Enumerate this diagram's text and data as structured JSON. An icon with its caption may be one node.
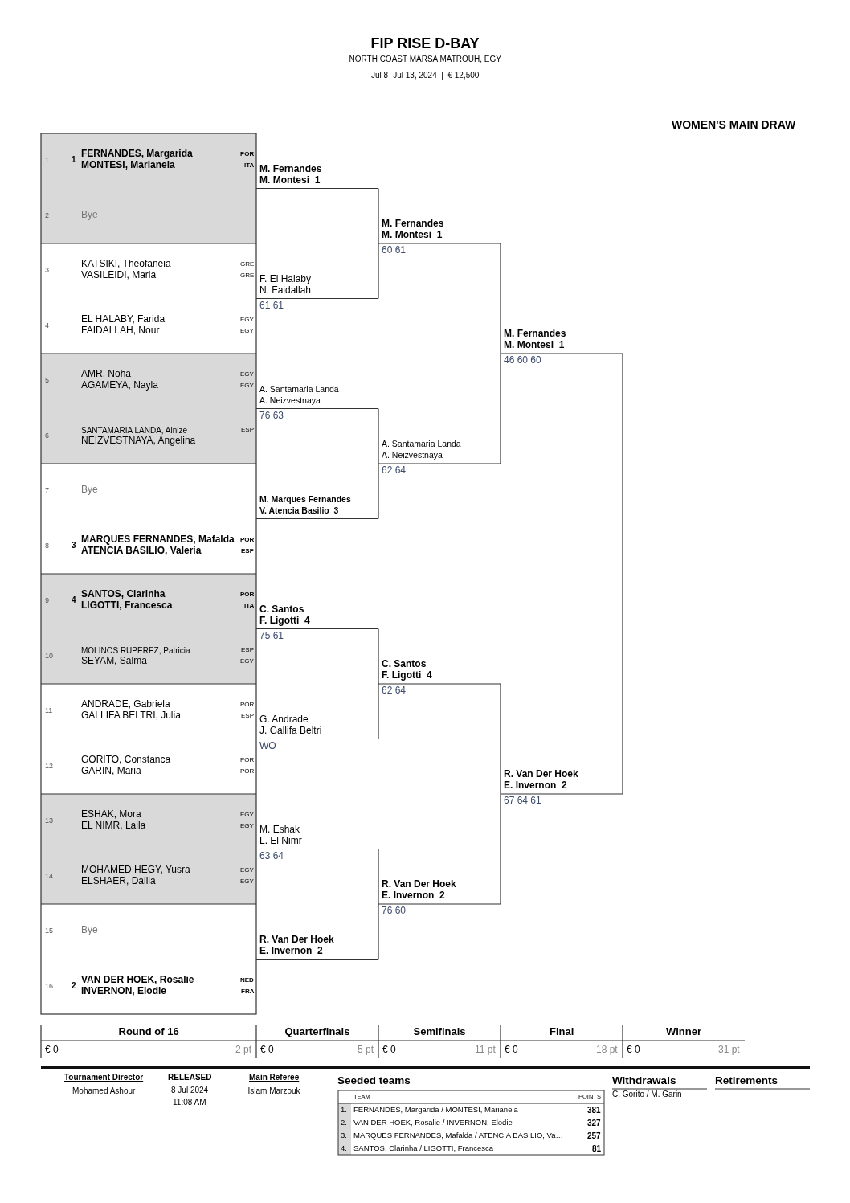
{
  "diagram": {
    "title": "FIP RISE D-BAY",
    "labels": [
      "NORTH COAST MARSA MATROUH, EGY",
      "Jul 8- Jul 13, 2024  |  € 12,500",
      "WOMEN'S MAIN DRAW",
      "1",
      "1",
      "FERNANDES, Margarida",
      "POR",
      "MONTESI, Marianela",
      "ITA",
      "2",
      "Bye",
      "3",
      "KATSIKI, Theofaneia",
      "GRE",
      "VASILEIDI, Maria",
      "GRE",
      "4",
      "EL HALABY, Farida",
      "EGY",
      "FAIDALLAH, Nour",
      "EGY",
      "5",
      "AMR, Noha",
      "EGY",
      "AGAMEYA, Nayla",
      "EGY",
      "6",
      "SANTAMARIA LANDA, Ainize",
      "ESP",
      "NEIZVESTNAYA, Angelina",
      "7",
      "Bye",
      "8",
      "3",
      "MARQUES FERNANDES, Mafalda",
      "POR",
      "ATENCIA BASILIO, Valeria",
      "ESP",
      "9",
      "4",
      "SANTOS, Clarinha",
      "POR",
      "LIGOTTI, Francesca",
      "ITA",
      "10",
      "MOLINOS RUPEREZ, Patricia",
      "ESP",
      "SEYAM, Salma",
      "EGY",
      "11",
      "ANDRADE, Gabriela",
      "POR",
      "GALLIFA BELTRI, Julia",
      "ESP",
      "12",
      "GORITO, Constanca",
      "POR",
      "GARIN, Maria",
      "POR",
      "13",
      "ESHAK, Mora",
      "EGY",
      "EL NIMR, Laila",
      "EGY",
      "14",
      "MOHAMED HEGY, Yusra",
      "EGY",
      "ELSHAER, Dalila",
      "EGY",
      "15",
      "Bye",
      "16",
      "2",
      "VAN DER HOEK, Rosalie",
      "NED",
      "INVERNON, Elodie",
      "FRA",
      "M. Fernandes",
      "M. Montesi  1",
      "F. El Halaby",
      "N. Faidallah",
      "61 61",
      "A. Santamaria Landa",
      "A. Neizvestnaya",
      "76 63",
      "M. Marques Fernandes",
      "V. Atencia Basilio  3",
      "C. Santos",
      "F. Ligotti  4",
      "75 61",
      "G. Andrade",
      "J. Gallifa Beltri",
      "WO",
      "M. Eshak",
      "L. El Nimr",
      "63 64",
      "R. Van Der Hoek",
      "E. Invernon  2",
      "M. Fernandes",
      "M. Montesi  1",
      "60 61",
      "A. Santamaria Landa",
      "A. Neizvestnaya",
      "62 64",
      "C. Santos",
      "F. Ligotti  4",
      "62 64",
      "R. Van Der Hoek",
      "E. Invernon  2",
      "76 60",
      "M. Fernandes",
      "M. Montesi  1",
      "46 60 60",
      "R. Van Der Hoek",
      "E. Invernon  2",
      "67 64 61",
      "Round of 16",
      "Quarterfinals",
      "Semifinals",
      "Final",
      "Winner",
      "€ 0",
      "2 pt",
      "€ 0",
      "5 pt",
      "€ 0",
      "11 pt",
      "€ 0",
      "18 pt",
      "€ 0",
      "31 pt",
      "Tournament Director",
      "Mohamed Ashour",
      "RELEASED",
      "8 Jul 2024",
      "11:08 AM",
      "Main Referee",
      "Islam Marzouk",
      "Seeded teams",
      "TEAM",
      "POINTS",
      "1.",
      "FERNANDES, Margarida / MONTESI, Marianela",
      "381",
      "2.",
      "VAN DER HOEK, Rosalie / INVERNON, Elodie",
      "327",
      "3.",
      "MARQUES FERNANDES, Mafalda / ATENCIA BASILIO, Va…",
      "257",
      "4.",
      "SANTOS, Clarinha / LIGOTTI, Francesca",
      "81",
      "Withdrawals",
      "C. Gorito / M. Garin",
      "Retirements"
    ]
  }
}
